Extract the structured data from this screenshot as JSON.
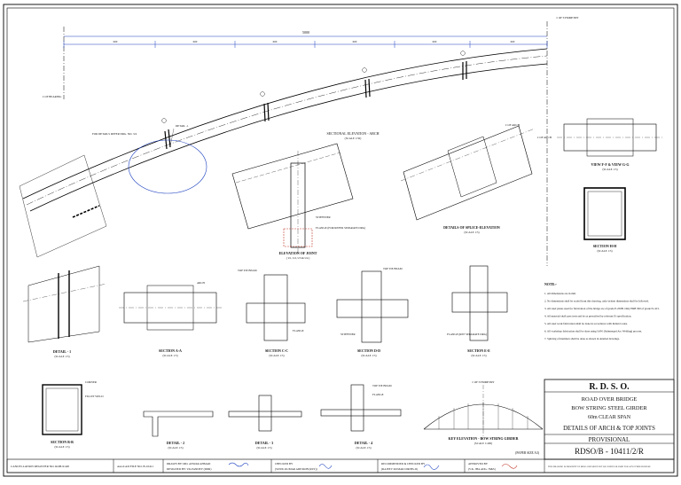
{
  "top": {
    "symmetry": "¢ OF SYMMETRY",
    "overall": "5000",
    "segments": [
      "600",
      "600",
      "600",
      "600",
      "600",
      "600"
    ],
    "bearing": "¢ OF BEARING",
    "ref_note": "FOR DETAILS REFER DRG. NO. 3/4",
    "detail1_callout": "DETAIL -1",
    "arch_title": "SECTIONAL ELEVATION - ARCH",
    "arch_scale": "(SCALE 1:50)"
  },
  "views": {
    "joint_title": "ELEVATION OF JOINT",
    "joint_sub": "( U1, U2, U3 & U4 )",
    "joint_stiffener": "STIFFENER",
    "joint_flange": "FLANGE (FOR REFER SEPARATE DRG)",
    "splice_title": "DETAILS OF SPLICE-ELEVATION",
    "splice_scale": "(SCALE 1:5)",
    "splice_arch": "¢ OF ARCH",
    "fg_title": "VIEW F-F & VIEW G-G",
    "fg_scale": "(SCALE 1:5)",
    "fg_arch": "¢ OF ARCH",
    "hh_title": "SECTION H-H",
    "hh_scale": "(SCALE 1:5)"
  },
  "row2": {
    "detail1": "DETAIL - 1",
    "detail1_scale": "(SCALE 1:5)",
    "aa": "SECTION A-A",
    "aa_scale": "(SCALE 1:5)",
    "aa_arch": "ARCH",
    "cc": "SECTION C-C",
    "cc_scale": "(SCALE 1:5)",
    "cc_top": "TOP TIE BEAM",
    "cc_flange": "FLANGE",
    "dd": "SECTION D-D",
    "dd_scale": "(SCALE 1:5)",
    "dd_top": "TOP TIE BEAM",
    "dd_stiffener": "STIFFENER",
    "ee": "SECTION E-E",
    "ee_scale": "(SCALE 1:5)",
    "ee_flange": "FLANGE (REF SEPARATE DRG)"
  },
  "notes": {
    "heading": "NOTE:-",
    "items": [
      "1.   All dimensions are in mm.",
      "2.   No dimensions shall be scaled from this drawing, only written dimensions shall be followed.",
      "3.   All steel plates used for fabrication of the bridge are of grade E-250B. Only ERB 500 of grade Fe 415.",
      "4.   All material shall pass tests and be as prescribed by relevant IS specification.",
      "5.   All steel work fabrication shall be done in accordance with Indian Codes.",
      "6.   All workshop fabrication shall be done using SAW (Submerged Arc Welding) process.",
      "7.   Splicing of members shall be done as shown in detailed drawings."
    ]
  },
  "row3": {
    "bb": "SECTION B-B",
    "bb_scale": "(SCALE 1:5)",
    "bb_fillet": "FILLET WELD",
    "bb_corner": "CORNER",
    "d2": "DETAIL - 2",
    "d2_scale": "(SCALE 1:5)",
    "d3": "DETAIL - 3",
    "d3_scale": "(SCALE 1:5)",
    "d4": "DETAIL - 4",
    "d4_scale": "(SCALE 1:5)",
    "d4_top": "TOP TIE BEAM",
    "d4_flange": "FLANGE",
    "key_symmetry": "¢ OF SYMMETRY",
    "key_title": "KEY ELEVATION - BOW STRING GIRDER",
    "key_scale": "(SCALE 1:400)"
  },
  "title_block": {
    "org": "R.  D.  S.  O.",
    "line1": "ROAD OVER BRIDGE",
    "line2": "BOW STRING  STEEL GIRDER",
    "line3": "60m CLEAR SPAN",
    "line4": "DETAILS OF ARCH & TOP JOINTS",
    "status": "PROVISIONAL",
    "drg_no": "RDSO/B - 10411/2/R",
    "paper": "(PAPER SIZE A3)"
  },
  "footer": {
    "c1": "CANCELLATION REGISTER NO. ROB-9/420",
    "c2": "AutoCAD FILE NO. B-10411",
    "c3a": "DRAWN BY:   MD. ANWAR AHMAD",
    "c3b": "DESIGNED BY:   V.K.PANDEY (DDR)",
    "c4a": "CHECKED BY",
    "c4b": "(SUNIL KUMAR ADE/ROB (RLY))",
    "c5a": "RECOMMENDED & CHECKED BY",
    "c5b": "(RAJEEV KUMAR DIR/BS-II)",
    "c6a": "APPROVED BY",
    "c6b": "(V.K. JHA ADG / B&S)",
    "c7": "THIS DRAWING IS PROPERTY OF RDSO AND MUST NOT BE COPIED OR USED FOR ANY OTHER PURPOSE"
  }
}
